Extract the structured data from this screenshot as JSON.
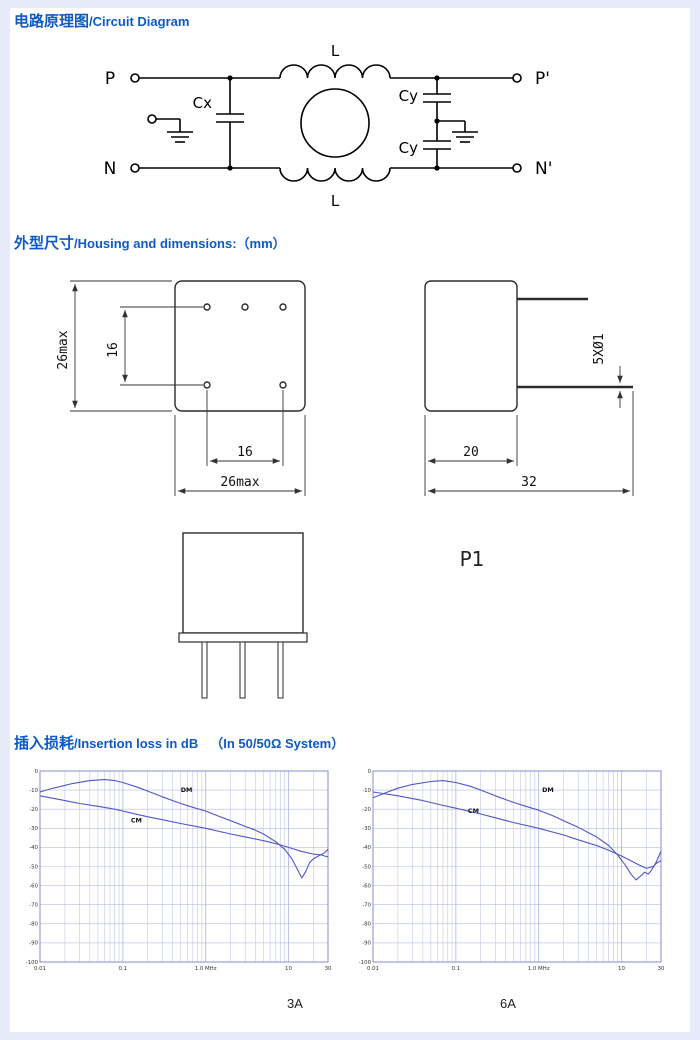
{
  "page": {
    "background": "#e7eaf8",
    "panel": "#ffffff",
    "accent_blue": "#0d5ac5",
    "curve_blue": "#5056c9",
    "grid_blue": "#b7bde4"
  },
  "sections": {
    "circuit": {
      "zh": "电路原理图",
      "en": "/Circuit Diagram",
      "note": ""
    },
    "housing": {
      "zh": "外型尺寸",
      "en": "/Housing and dimensions:（mm）",
      "note": ""
    },
    "loss": {
      "zh": "插入损耗",
      "en": "/Insertion loss in dB",
      "note": "（In 50/50Ω System）"
    }
  },
  "circuit": {
    "terminals": {
      "in_top": "P",
      "in_bottom": "N",
      "out_top": "P'",
      "out_bottom": "N'"
    },
    "components": {
      "l_top": "L",
      "l_bottom": "L",
      "cx": "Cx",
      "cy_top": "Cy",
      "cy_bottom": "Cy"
    }
  },
  "housing": {
    "front_view": {
      "overall_height": "26max",
      "pin_row_spacing": "16",
      "pin_pitch": "16",
      "overall_width": "26max"
    },
    "side_view": {
      "pin_spec": "5XØ1",
      "body_depth": "20",
      "overall_depth": "32",
      "view_label": "P1"
    }
  },
  "chart_data": [
    {
      "type": "line",
      "title": "3A",
      "x_scale": "log",
      "xlim": [
        0.01,
        30
      ],
      "ylim": [
        -100,
        0
      ],
      "xlabel": "MHz",
      "ylabel": "dB",
      "grid": true,
      "y_tick_step": 10,
      "x_ticks": [
        {
          "v": 0.01,
          "label": "0.01"
        },
        {
          "v": 0.1,
          "label": "0.1"
        },
        {
          "v": 1,
          "label": "1.0 MHz"
        },
        {
          "v": 10,
          "label": "10"
        },
        {
          "v": 30,
          "label": "30"
        }
      ],
      "series": [
        {
          "name": "DM",
          "label_at": [
            0.5,
            -11
          ],
          "points": [
            [
              0.01,
              -11
            ],
            [
              0.013,
              -9.5
            ],
            [
              0.018,
              -8
            ],
            [
              0.025,
              -6.5
            ],
            [
              0.04,
              -5
            ],
            [
              0.06,
              -4.5
            ],
            [
              0.08,
              -5
            ],
            [
              0.1,
              -6
            ],
            [
              0.15,
              -8.5
            ],
            [
              0.2,
              -10.5
            ],
            [
              0.3,
              -13.5
            ],
            [
              0.5,
              -17
            ],
            [
              0.7,
              -19
            ],
            [
              1,
              -21
            ],
            [
              1.5,
              -24
            ],
            [
              2,
              -26
            ],
            [
              3,
              -29
            ],
            [
              4,
              -31
            ],
            [
              5,
              -33
            ],
            [
              7,
              -37
            ],
            [
              9,
              -41
            ],
            [
              11,
              -46
            ],
            [
              13,
              -52
            ],
            [
              14.5,
              -56
            ],
            [
              16,
              -53
            ],
            [
              18,
              -48
            ],
            [
              20,
              -46
            ],
            [
              24,
              -44
            ],
            [
              27,
              -43
            ],
            [
              30,
              -41
            ]
          ]
        },
        {
          "name": "CM",
          "label_at": [
            0.125,
            -27
          ],
          "points": [
            [
              0.01,
              -13
            ],
            [
              0.02,
              -15.5
            ],
            [
              0.03,
              -17
            ],
            [
              0.05,
              -18.5
            ],
            [
              0.08,
              -20
            ],
            [
              0.1,
              -21
            ],
            [
              0.2,
              -24
            ],
            [
              0.3,
              -25.5
            ],
            [
              0.5,
              -27.5
            ],
            [
              1,
              -30
            ],
            [
              2,
              -33
            ],
            [
              3,
              -34.5
            ],
            [
              5,
              -36.5
            ],
            [
              7,
              -38
            ],
            [
              10,
              -40
            ],
            [
              14,
              -42
            ],
            [
              20,
              -43.5
            ],
            [
              25,
              -44
            ],
            [
              30,
              -45
            ]
          ]
        }
      ]
    },
    {
      "type": "line",
      "title": "6A",
      "x_scale": "log",
      "xlim": [
        0.01,
        30
      ],
      "ylim": [
        -100,
        0
      ],
      "xlabel": "MHz",
      "ylabel": "dB",
      "grid": true,
      "y_tick_step": 10,
      "x_ticks": [
        {
          "v": 0.01,
          "label": "0.01"
        },
        {
          "v": 0.1,
          "label": "0.1"
        },
        {
          "v": 1,
          "label": "1.0 MHz"
        },
        {
          "v": 10,
          "label": "10"
        },
        {
          "v": 30,
          "label": "30"
        }
      ],
      "series": [
        {
          "name": "DM",
          "label_at": [
            1.1,
            -11
          ],
          "points": [
            [
              0.01,
              -14
            ],
            [
              0.015,
              -11
            ],
            [
              0.02,
              -9
            ],
            [
              0.03,
              -7
            ],
            [
              0.05,
              -5.5
            ],
            [
              0.07,
              -5
            ],
            [
              0.1,
              -6
            ],
            [
              0.15,
              -8
            ],
            [
              0.2,
              -10
            ],
            [
              0.3,
              -13
            ],
            [
              0.5,
              -16.5
            ],
            [
              0.7,
              -18.5
            ],
            [
              1,
              -20.5
            ],
            [
              1.5,
              -23.5
            ],
            [
              2,
              -26
            ],
            [
              3,
              -29.5
            ],
            [
              5,
              -34.5
            ],
            [
              7,
              -39
            ],
            [
              9,
              -44
            ],
            [
              11,
              -49
            ],
            [
              13,
              -54
            ],
            [
              15,
              -57
            ],
            [
              17,
              -55
            ],
            [
              19,
              -53
            ],
            [
              21,
              -54
            ],
            [
              23,
              -52
            ],
            [
              26,
              -48
            ],
            [
              28,
              -45
            ],
            [
              30,
              -42
            ]
          ]
        },
        {
          "name": "CM",
          "label_at": [
            0.14,
            -22
          ],
          "points": [
            [
              0.01,
              -11
            ],
            [
              0.02,
              -13
            ],
            [
              0.04,
              -15.5
            ],
            [
              0.07,
              -18
            ],
            [
              0.1,
              -19.5
            ],
            [
              0.2,
              -22.5
            ],
            [
              0.3,
              -24.5
            ],
            [
              0.5,
              -27
            ],
            [
              1,
              -30
            ],
            [
              2,
              -33.5
            ],
            [
              3,
              -36
            ],
            [
              5,
              -39
            ],
            [
              7,
              -41.5
            ],
            [
              10,
              -44.5
            ],
            [
              13,
              -47
            ],
            [
              16,
              -49
            ],
            [
              20,
              -51
            ],
            [
              24,
              -50
            ],
            [
              27,
              -48
            ],
            [
              30,
              -47
            ]
          ]
        }
      ]
    }
  ]
}
